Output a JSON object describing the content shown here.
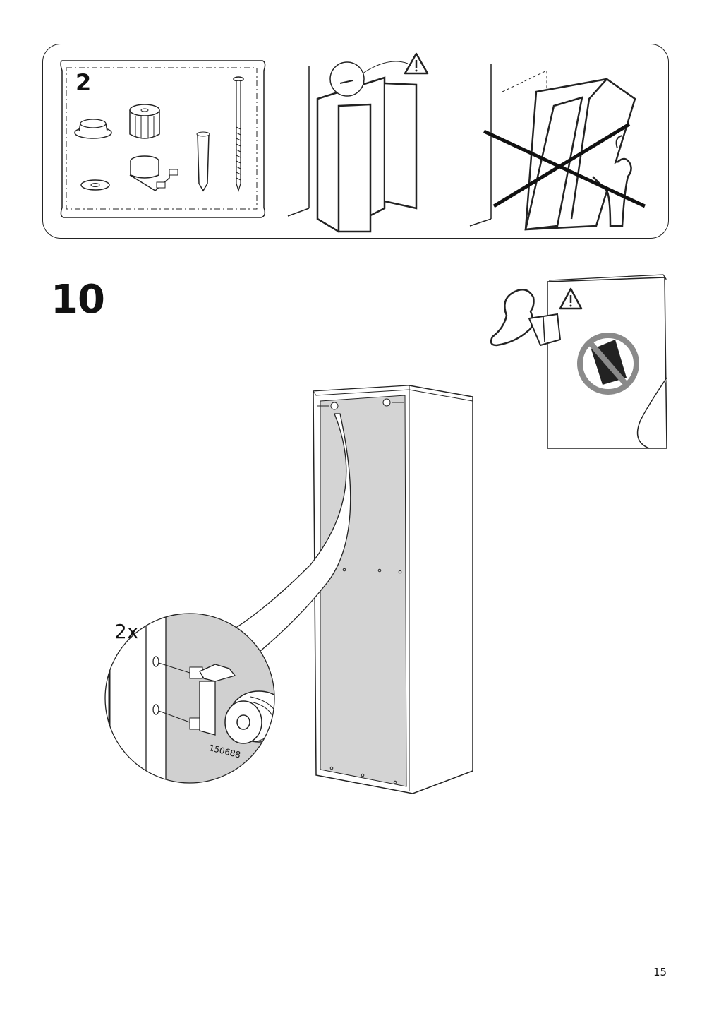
{
  "page": {
    "step_number": "10",
    "page_number": "15"
  },
  "info_panel": {
    "pack_quantity": "2",
    "warning_icon": "warning-triangle-icon",
    "wrong_icon": "cross-out-icon"
  },
  "detail": {
    "quantity": "2x",
    "part_number": "150688"
  },
  "manual_icon": {
    "warning_icon": "warning-triangle-icon",
    "prohibition_icon": "no-tipping-icon"
  },
  "colors": {
    "line": "#1a1a1a",
    "back_panel": "#d4d4d4",
    "detail_bg": "#d0d0d0",
    "prohibit_gray": "#8a8a8a"
  }
}
